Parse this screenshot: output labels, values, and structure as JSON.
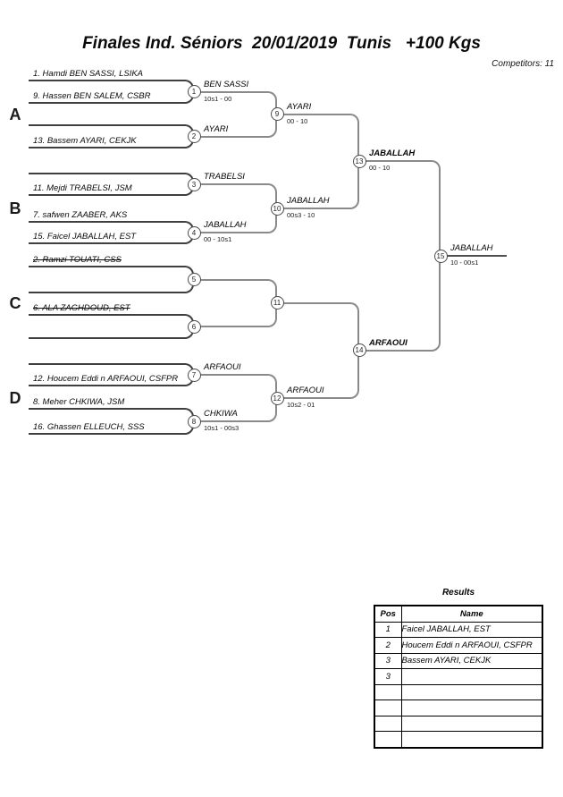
{
  "title": "Finales Ind. Séniors  20/01/2019  Tunis   +100 Kgs",
  "competitors_label": "Competitors: 11",
  "groups": [
    "A",
    "B",
    "C",
    "D"
  ],
  "bracket": {
    "pairs": [
      {
        "slots": [
          {
            "label": "1. Hamdi BEN SASSI, LSIKA",
            "struck": false
          },
          {
            "label": "9. Hassen BEN SALEM, CSBR",
            "struck": false
          }
        ]
      },
      {
        "slots": [
          {
            "label": "",
            "struck": false
          },
          {
            "label": "13. Bassem AYARI, CEKJK",
            "struck": false
          }
        ]
      },
      {
        "slots": [
          {
            "label": "",
            "struck": false
          },
          {
            "label": "11. Mejdi TRABELSI, JSM",
            "struck": false
          }
        ]
      },
      {
        "slots": [
          {
            "label": "7. safwen ZAABER, AKS",
            "struck": false
          },
          {
            "label": "15. Faicel JABALLAH, EST",
            "struck": false
          }
        ]
      },
      {
        "slots": [
          {
            "label": "2. Ramzi TOUATI, CSS",
            "struck": true
          },
          {
            "label": "",
            "struck": false
          }
        ]
      },
      {
        "slots": [
          {
            "label": "6. ALA ZAGHDOUD, EST",
            "struck": true
          },
          {
            "label": "",
            "struck": false
          }
        ]
      },
      {
        "slots": [
          {
            "label": "",
            "struck": false
          },
          {
            "label": "12. Houcem Eddi n ARFAOUI, CSFPR",
            "struck": false
          }
        ]
      },
      {
        "slots": [
          {
            "label": "8. Meher CHKIWA, JSM",
            "struck": false
          },
          {
            "label": "16. Ghassen ELLEUCH, SSS",
            "struck": false
          }
        ]
      }
    ],
    "matches": [
      {
        "num": 1,
        "winner": "BEN SASSI",
        "score": "10s1 - 00",
        "bold": false
      },
      {
        "num": 2,
        "winner": "AYARI",
        "score": "",
        "bold": false
      },
      {
        "num": 3,
        "winner": "TRABELSI",
        "score": "",
        "bold": false
      },
      {
        "num": 4,
        "winner": "JABALLAH",
        "score": "00 - 10s1",
        "bold": false
      },
      {
        "num": 5,
        "winner": "",
        "score": "",
        "bold": false
      },
      {
        "num": 6,
        "winner": "",
        "score": "",
        "bold": false
      },
      {
        "num": 7,
        "winner": "ARFAOUI",
        "score": "",
        "bold": false
      },
      {
        "num": 8,
        "winner": "CHKIWA",
        "score": "10s1 - 00s3",
        "bold": false
      },
      {
        "num": 9,
        "winner": "AYARI",
        "score": "00 - 10",
        "bold": false
      },
      {
        "num": 10,
        "winner": "JABALLAH",
        "score": "00s3 - 10",
        "bold": false
      },
      {
        "num": 11,
        "winner": "",
        "score": "",
        "bold": false
      },
      {
        "num": 12,
        "winner": "ARFAOUI",
        "score": "10s2 - 01",
        "bold": false
      },
      {
        "num": 13,
        "winner": "JABALLAH",
        "score": "00 - 10",
        "bold": true
      },
      {
        "num": 14,
        "winner": "ARFAOUI",
        "score": "",
        "bold": true
      },
      {
        "num": 15,
        "winner": "JABALLAH",
        "score": "10 - 00s1",
        "bold": false
      }
    ]
  },
  "results": {
    "title": "Results",
    "headers": {
      "pos": "Pos",
      "name": "Name"
    },
    "rows": [
      {
        "pos": "1",
        "name": "Faicel JABALLAH, EST"
      },
      {
        "pos": "2",
        "name": "Houcem Eddi n ARFAOUI, CSFPR"
      },
      {
        "pos": "3",
        "name": "Bassem AYARI, CEKJK"
      },
      {
        "pos": "3",
        "name": ""
      },
      {
        "pos": "",
        "name": ""
      },
      {
        "pos": "",
        "name": ""
      },
      {
        "pos": "",
        "name": ""
      },
      {
        "pos": "",
        "name": ""
      }
    ]
  }
}
